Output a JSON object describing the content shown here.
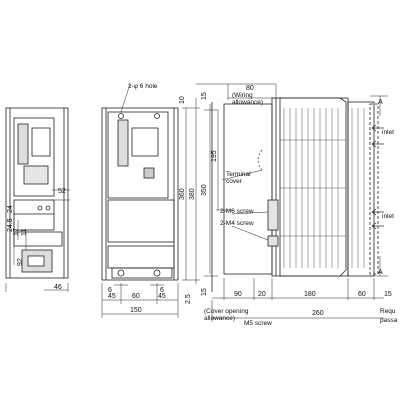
{
  "labels": {
    "hole": "2-φ 6 hole",
    "wiring_1": "(Wiring",
    "wiring_2": "allowance)",
    "terminal_1": "Terminal",
    "terminal_2": "cover",
    "m6": "2-M6 screw",
    "m4": "2-M4 screw",
    "cover_open_1": "(Cover opening",
    "cover_open_2": "allowance)",
    "m5": "M5 screw",
    "inlet_top": "inlet",
    "inlet_mid": "inlet",
    "req_1": "Requ",
    "req_2": "passa",
    "section_a_top": "A",
    "section_a_bot": "A"
  },
  "dims": {
    "d80": "80",
    "d195": "195",
    "d350": "350",
    "d360": "360",
    "d380": "380",
    "d10": "10",
    "d15_top": "15",
    "d15_bot": "15",
    "d2_5": "2.5",
    "d52": "52",
    "d24_5": "24.5",
    "d24": "24",
    "d11": "11",
    "d17": "17",
    "d92": "92",
    "d46": "46",
    "d6_a": "6",
    "d6_b": "6",
    "d45_a": "45",
    "d60": "60",
    "d45_b": "45",
    "d150": "150",
    "d90": "90",
    "d20": "20",
    "d180": "180",
    "d60_r": "60",
    "d15_r": "15",
    "d260": "260"
  }
}
